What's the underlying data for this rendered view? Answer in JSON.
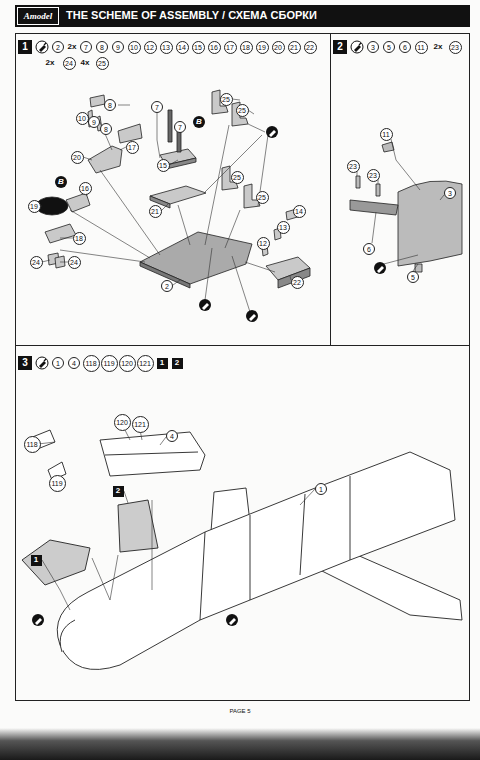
{
  "diagram": {
    "title": "THE SCHEME OF ASSEMBLY / СХЕМА СБОРКИ",
    "nodes": [
      {
        "text": [
          "1"
        ]
      },
      {
        "text": [
          "2"
        ]
      },
      {
        "text": [
          "7"
        ]
      },
      {
        "text": [
          "8"
        ]
      },
      {
        "text": [
          "9"
        ]
      },
      {
        "text": [
          "10"
        ]
      },
      {
        "text": [
          "12"
        ]
      },
      {
        "text": [
          "13"
        ]
      },
      {
        "text": [
          "14"
        ]
      },
      {
        "text": [
          "15"
        ]
      },
      {
        "text": [
          "16"
        ]
      },
      {
        "text": [
          "17"
        ]
      },
      {
        "text": [
          "18"
        ]
      },
      {
        "text": [
          "19"
        ]
      },
      {
        "text": [
          "20"
        ]
      },
      {
        "text": [
          "21"
        ]
      },
      {
        "text": [
          "22"
        ]
      },
      {
        "text": [
          "24"
        ]
      },
      {
        "text": [
          "25"
        ]
      },
      {
        "text": [
          "2"
        ]
      },
      {
        "text": [
          "3"
        ]
      },
      {
        "text": [
          "5"
        ]
      },
      {
        "text": [
          "6"
        ]
      },
      {
        "text": [
          "11"
        ]
      },
      {
        "text": [
          "23"
        ]
      },
      {
        "text": [
          "8"
        ]
      },
      {
        "text": [
          "10"
        ]
      },
      {
        "text": [
          "9"
        ]
      },
      {
        "text": [
          "8"
        ]
      },
      {
        "text": [
          "17"
        ]
      },
      {
        "text": [
          "20"
        ]
      },
      {
        "text": [
          "7"
        ]
      },
      {
        "text": [
          "7"
        ]
      },
      {
        "text": [
          "B"
        ]
      },
      {
        "text": [
          "25"
        ]
      },
      {
        "text": [
          "25"
        ]
      },
      {
        "text": [
          "15"
        ]
      },
      {
        "text": [
          "B"
        ]
      },
      {
        "text": [
          "16"
        ]
      },
      {
        "text": [
          "25"
        ]
      },
      {
        "text": [
          "25"
        ]
      },
      {
        "text": [
          "19"
        ]
      },
      {
        "text": [
          "21"
        ]
      },
      {
        "text": [
          "14"
        ]
      },
      {
        "text": [
          "13"
        ]
      },
      {
        "text": [
          "18"
        ]
      },
      {
        "text": [
          "12"
        ]
      },
      {
        "text": [
          "24"
        ]
      },
      {
        "text": [
          "24"
        ]
      },
      {
        "text": [
          "22"
        ]
      },
      {
        "text": [
          "2"
        ]
      },
      {
        "text": [
          "11"
        ]
      },
      {
        "text": [
          "23"
        ]
      },
      {
        "text": [
          "23"
        ]
      },
      {
        "text": [
          "3"
        ]
      },
      {
        "text": [
          "6"
        ]
      },
      {
        "text": [
          "5"
        ]
      },
      {
        "text": [
          "3"
        ]
      },
      {
        "text": [
          "1"
        ]
      },
      {
        "text": [
          "4"
        ]
      },
      {
        "text": [
          "118"
        ]
      },
      {
        "text": [
          "119"
        ]
      },
      {
        "text": [
          "120"
        ]
      },
      {
        "text": [
          "121"
        ]
      },
      {
        "text": [
          "1"
        ]
      },
      {
        "text": [
          "2"
        ]
      },
      {
        "text": [
          "120"
        ]
      },
      {
        "text": [
          "121"
        ]
      },
      {
        "text": [
          "4"
        ]
      },
      {
        "text": [
          "118"
        ]
      },
      {
        "text": [
          "119"
        ]
      },
      {
        "text": [
          "2"
        ]
      },
      {
        "text": [
          "1"
        ]
      },
      {
        "text": [
          "1"
        ]
      }
    ],
    "labels": [
      "Amodel",
      "2x",
      "2x",
      "4x",
      "2x",
      "PAGE 5"
    ]
  }
}
